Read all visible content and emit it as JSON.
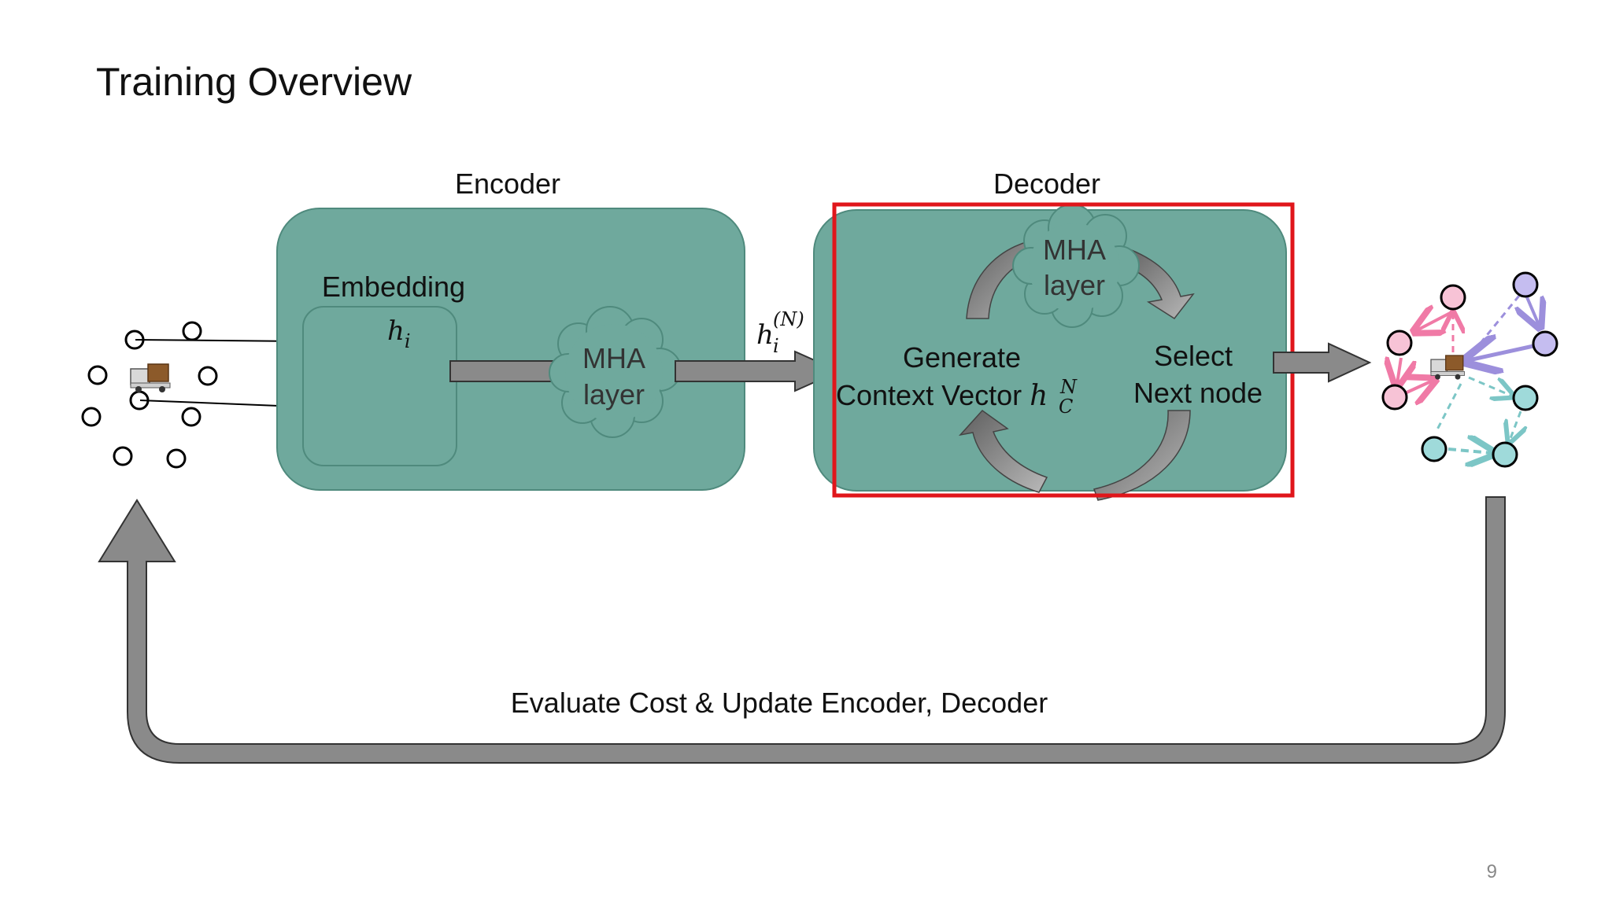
{
  "slide": {
    "title": "Training Overview",
    "page_number": "9"
  },
  "encoder": {
    "title": "Encoder",
    "embedding_label": "Embedding",
    "h_base": "h",
    "h_sub": "i",
    "mha_line1": "MHA",
    "mha_line2": "layer",
    "output_base": "h",
    "output_sub": "i",
    "output_sup": "(N)"
  },
  "decoder": {
    "title": "Decoder",
    "mha_line1": "MHA",
    "mha_line2": "layer",
    "generate_line1": "Generate",
    "generate_line2": "Context Vector ",
    "context_base": "h",
    "context_sub": "C",
    "context_sup": "N",
    "select_line1": "Select",
    "select_line2": "Next node"
  },
  "feedback": {
    "label": "Evaluate Cost & Update Encoder, Decoder"
  },
  "icons": {
    "input_truck": "truck-icon",
    "output_truck": "truck-icon"
  },
  "colors": {
    "block_fill": "#6fa99d",
    "block_stroke": "#4f8a7d",
    "arrow_fill": "#8a8a8a",
    "highlight": "#e0161b",
    "route_pink": "#f07aa6",
    "route_purple": "#9c8fdc",
    "route_cyan": "#7cc6c6"
  }
}
